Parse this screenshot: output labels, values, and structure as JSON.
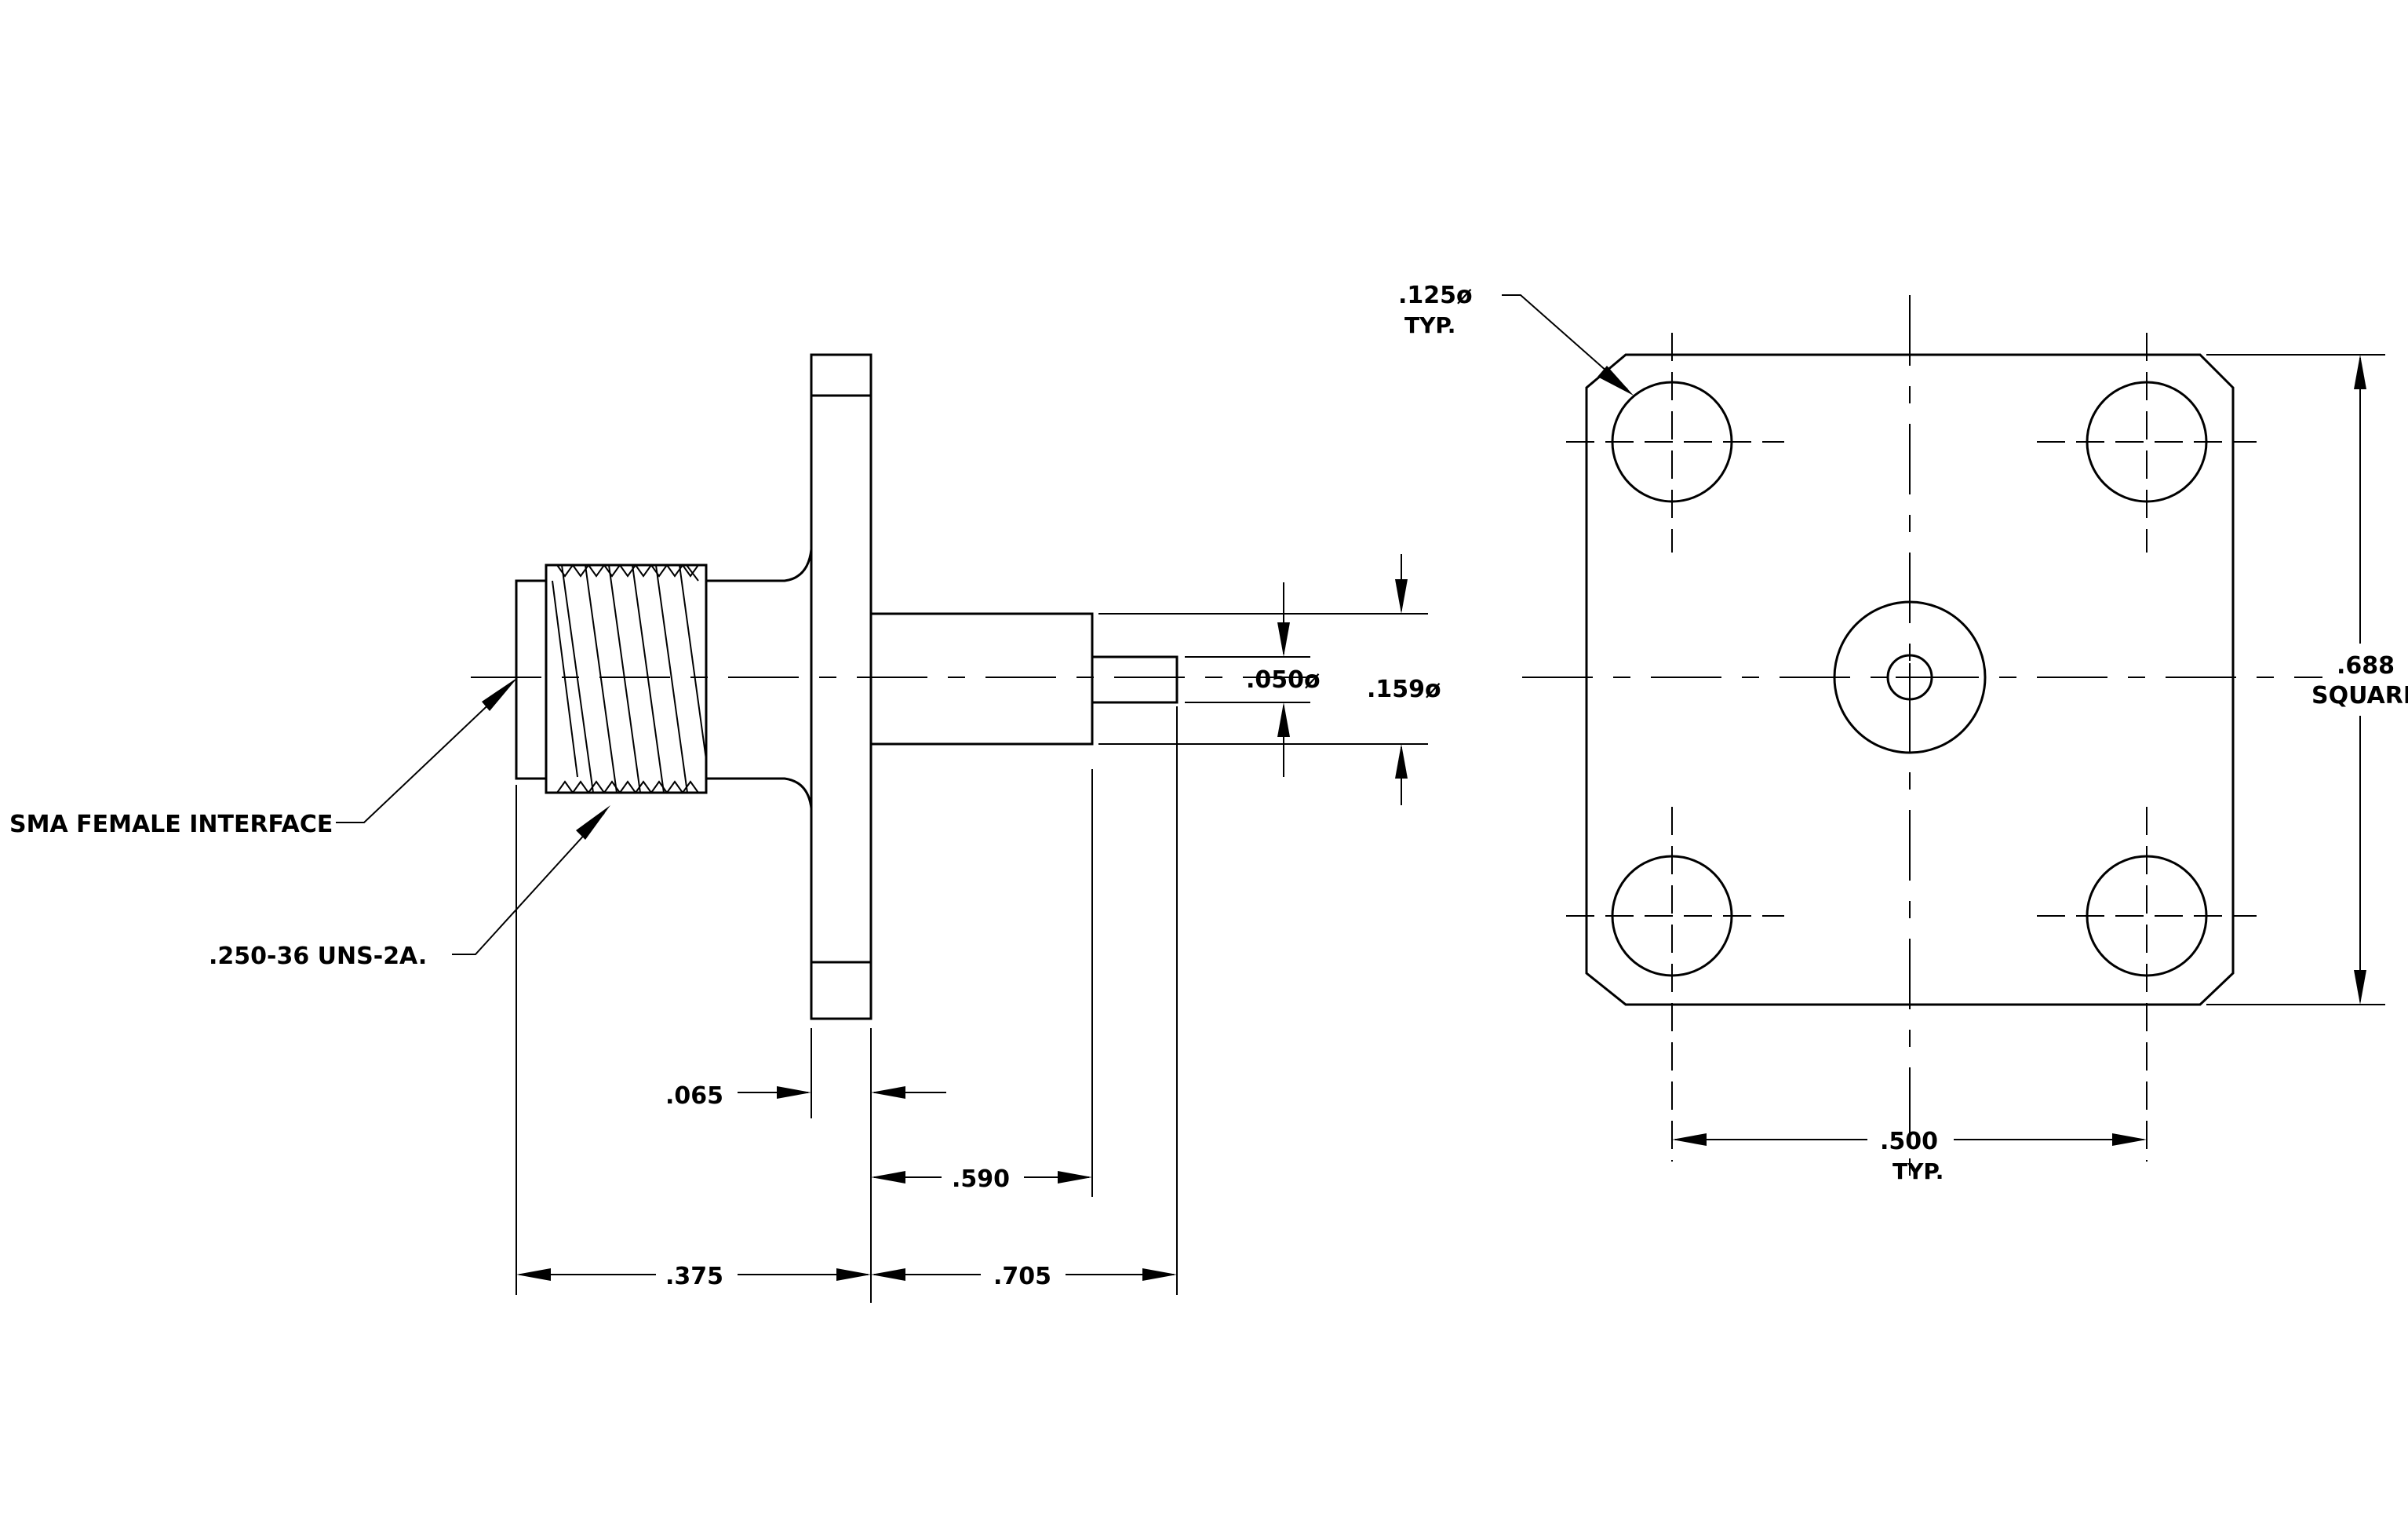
{
  "callouts": {
    "interface": "SMA FEMALE INTERFACE",
    "thread": ".250-36 UNS-2A.",
    "hole_dia": ".125ø",
    "hole_typ": "TYP."
  },
  "dimensions": {
    "flange_thickness": ".065",
    "shank_length": ".590",
    "front_length": ".375",
    "rear_length": ".705",
    "pin_dia": ".050ø",
    "shank_dia": ".159ø",
    "flange_size": ".688",
    "flange_size_note": "SQUARE",
    "hole_spacing": ".500",
    "hole_spacing_note": "TYP."
  }
}
